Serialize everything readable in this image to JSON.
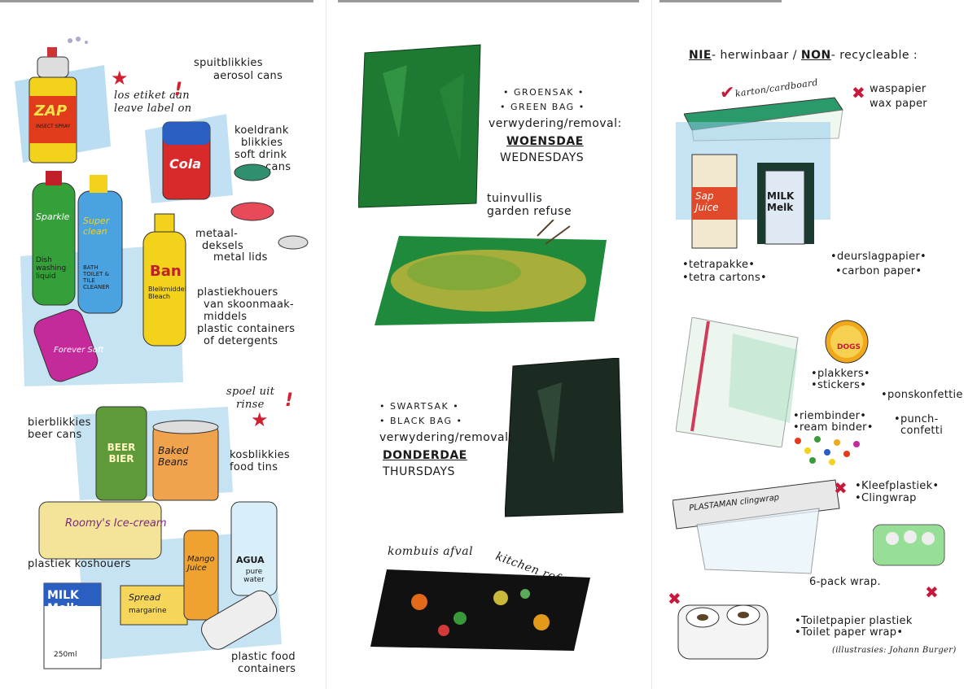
{
  "left": {
    "aerosol": {
      "af": "spuitblikkies",
      "en": "aerosol cans",
      "note_af": "los etiket aan",
      "note_en": "leave label on",
      "product": "ZAP",
      "product_sub": "INSECT SPRAY"
    },
    "soft_drink": {
      "af1": "koeldrank",
      "af2": "blikkies",
      "en1": "soft drink",
      "en2": "cans",
      "brand": "Cola"
    },
    "lids": {
      "af1": "metaal-",
      "af2": "deksels",
      "en": "metal lids"
    },
    "detergents": {
      "af1": "plastiekhouers",
      "af2": "van skoonmaak-",
      "af3": "middels",
      "en1": "plastic containers",
      "en2": "of detergents",
      "b1": "Sparkle",
      "b1sub": "Dish washing liquid",
      "b2": "Super clean",
      "b2sub": "BATH TOILET & TILE CLEANER",
      "b3": "Ban",
      "b3sub": "Bleikmiddel Bleach",
      "b4": "Forever Soft"
    },
    "rinse": {
      "af": "spoel uit",
      "en": "rinse"
    },
    "beer": {
      "af": "bierblikkies",
      "en": "beer cans",
      "can": "BEER BIER"
    },
    "tins": {
      "af": "kosblikkies",
      "en": "food tins",
      "can": "Baked Beans"
    },
    "plastic": {
      "af": "plastiek koshouers",
      "en1": "plastic food",
      "en2": "containers",
      "ice": "Roomy's Ice-cream",
      "milk": "MILK Melk",
      "milk_size": "250ml",
      "spread": "Spread",
      "spread_sub": "margarine",
      "juice": "Mango Juice",
      "water1": "AGUA",
      "water2": "pure water"
    }
  },
  "middle": {
    "green": {
      "af": "GROENSAK",
      "en": "GREEN BAG",
      "removal": "verwydering/removal:",
      "day_af": "WOENSDAE",
      "day_en": "WEDNESDAYS",
      "refuse_af": "tuinvullis",
      "refuse_en": "garden refuse"
    },
    "black": {
      "af": "SWARTSAK",
      "en": "BLACK BAG",
      "removal": "verwydering/removal:",
      "day_af": "DONDERDAE",
      "day_en": "THURSDAYS",
      "refuse_af": "kombuis afval",
      "refuse_en": "kitchen refuse"
    }
  },
  "right": {
    "heading": {
      "nie": "NIE",
      "af": "- herwinbaar /",
      "non": "NON",
      "en": "- recycleable :"
    },
    "cardboard": "karton/cardboard",
    "wax": {
      "af": "waspapier",
      "en": "wax paper"
    },
    "tetra": {
      "af": "tetrapakke",
      "en": "tetra cartons",
      "sap": "Sap Juice",
      "milk": "MILK Melk"
    },
    "carbon": {
      "af": "deurslagpapier",
      "en": "carbon paper"
    },
    "stickers": {
      "af": "plakkers",
      "en": "stickers",
      "badge": "DOGS"
    },
    "ream": {
      "af": "riembinder",
      "en": "ream binder"
    },
    "punch": {
      "af": "ponskonfettie",
      "en1": "punch-",
      "en2": "confetti"
    },
    "cling": {
      "af": "Kleefplastiek",
      "en": "Clingwrap",
      "box": "PLASTAMAN clingwrap"
    },
    "sixpack": "6-pack wrap.",
    "toilet": {
      "af": "Toiletpapier plastiek",
      "en": "Toilet paper wrap"
    },
    "credit": "(illustrasies: Johann Burger)"
  },
  "colors": {
    "accent_red": "#c8193c",
    "green_bag": "#1e7a32",
    "black_bag": "#1c2b22"
  }
}
